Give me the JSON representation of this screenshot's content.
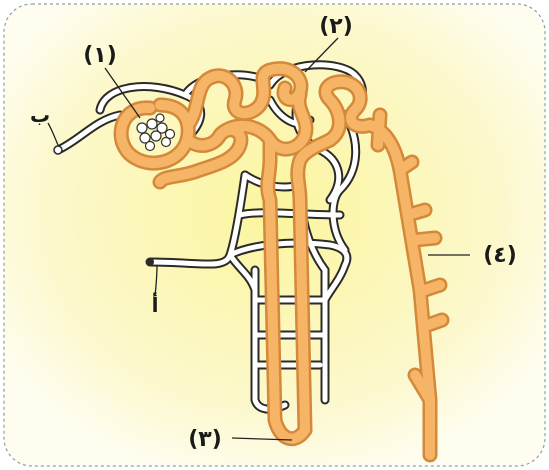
{
  "labels": {
    "l1": "(١)",
    "l2": "(٢)",
    "l3": "(٣)",
    "l4": "(٤)",
    "a": "أ",
    "b": "ب"
  },
  "colors": {
    "tubule": "#f2a85a",
    "tubule_dark": "#c97a2e",
    "vessel_fill": "#ffffff",
    "vessel_stroke": "#333333",
    "background_center": "#fbf7b0",
    "background_edge": "#fdfce6",
    "border": "#8aa0a8"
  }
}
